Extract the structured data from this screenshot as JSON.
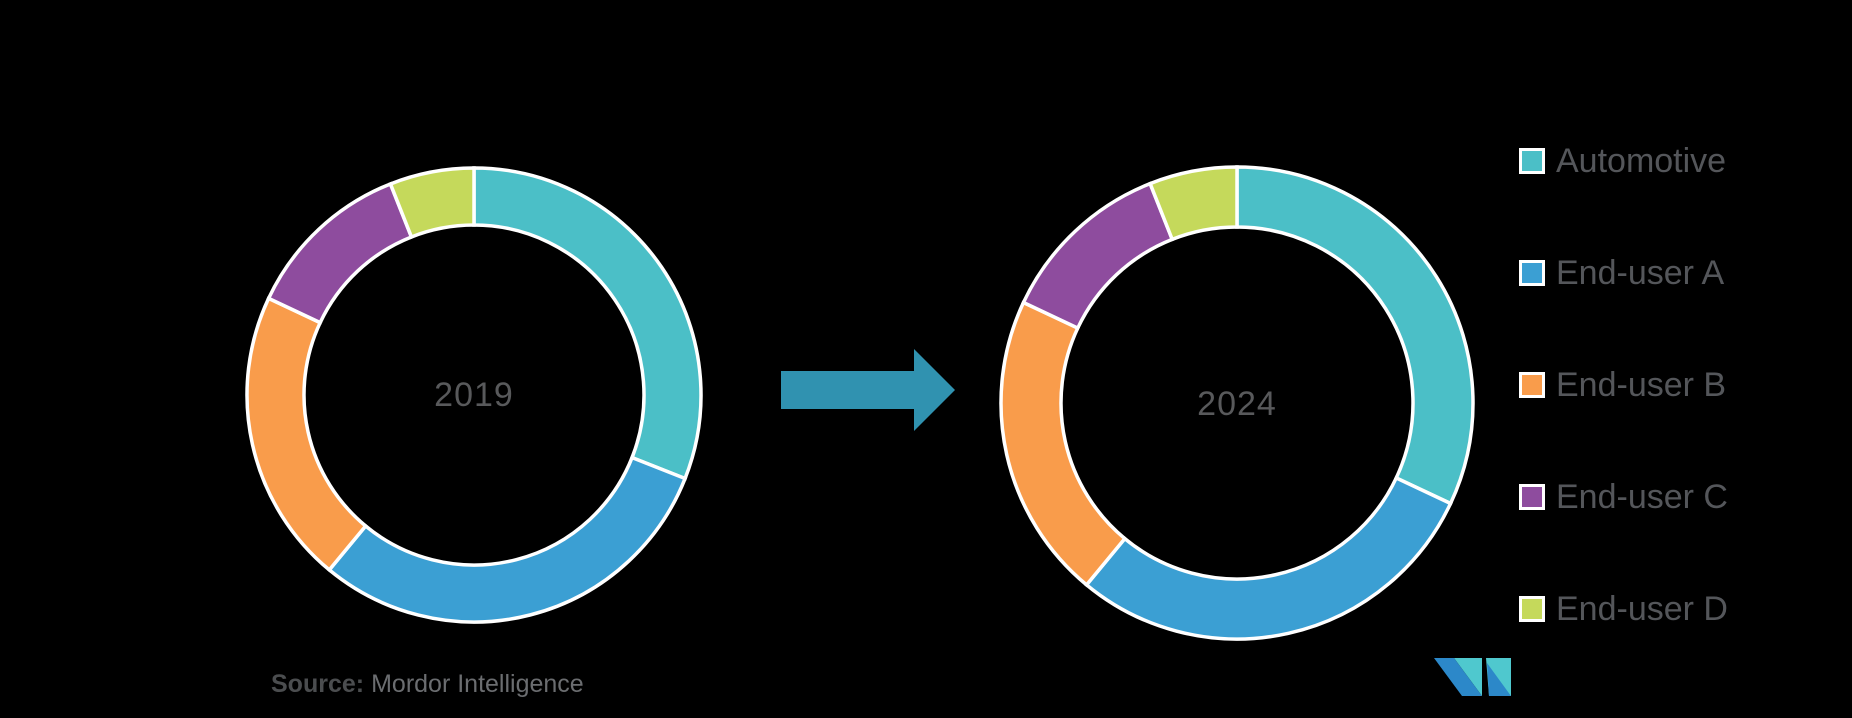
{
  "background": "#000000",
  "chart_data": [
    {
      "type": "pie",
      "variant": "donut",
      "center_label": "2019",
      "categories": [
        "Automotive",
        "End-user A",
        "End-user B",
        "End-user C",
        "End-user D"
      ],
      "values": [
        31,
        30,
        21,
        12,
        6
      ],
      "unit": "%",
      "value_labels_shown": false,
      "start_angle_deg": 0,
      "direction": "clockwise",
      "colors": [
        "#4BBFC7",
        "#3B9FD3",
        "#F99C4B",
        "#8E4C9E",
        "#C5D95B"
      ],
      "divider_color": "#FFFFFF"
    },
    {
      "type": "pie",
      "variant": "donut",
      "center_label": "2024",
      "categories": [
        "Automotive",
        "End-user A",
        "End-user B",
        "End-user C",
        "End-user D"
      ],
      "values": [
        32,
        29,
        21,
        12,
        6
      ],
      "unit": "%",
      "value_labels_shown": false,
      "start_angle_deg": 0,
      "direction": "clockwise",
      "colors": [
        "#4BBFC7",
        "#3B9FD3",
        "#F99C4B",
        "#8E4C9E",
        "#C5D95B"
      ],
      "divider_color": "#FFFFFF"
    }
  ],
  "legend": {
    "position": "right",
    "items": [
      {
        "label": "Automotive",
        "color": "#4BBFC7"
      },
      {
        "label": "End-user A",
        "color": "#3B9FD3"
      },
      {
        "label": "End-user B",
        "color": "#F99C4B"
      },
      {
        "label": "End-user C",
        "color": "#8E4C9E"
      },
      {
        "label": "End-user D",
        "color": "#C5D95B"
      }
    ],
    "text_color": "#54565A"
  },
  "arrow": {
    "direction": "right",
    "color": "#3092B0"
  },
  "source": {
    "prefix": "Source:",
    "text": "Mordor Intelligence"
  },
  "logo": {
    "blue": "#2C88C9",
    "teal": "#4FC8CE"
  }
}
